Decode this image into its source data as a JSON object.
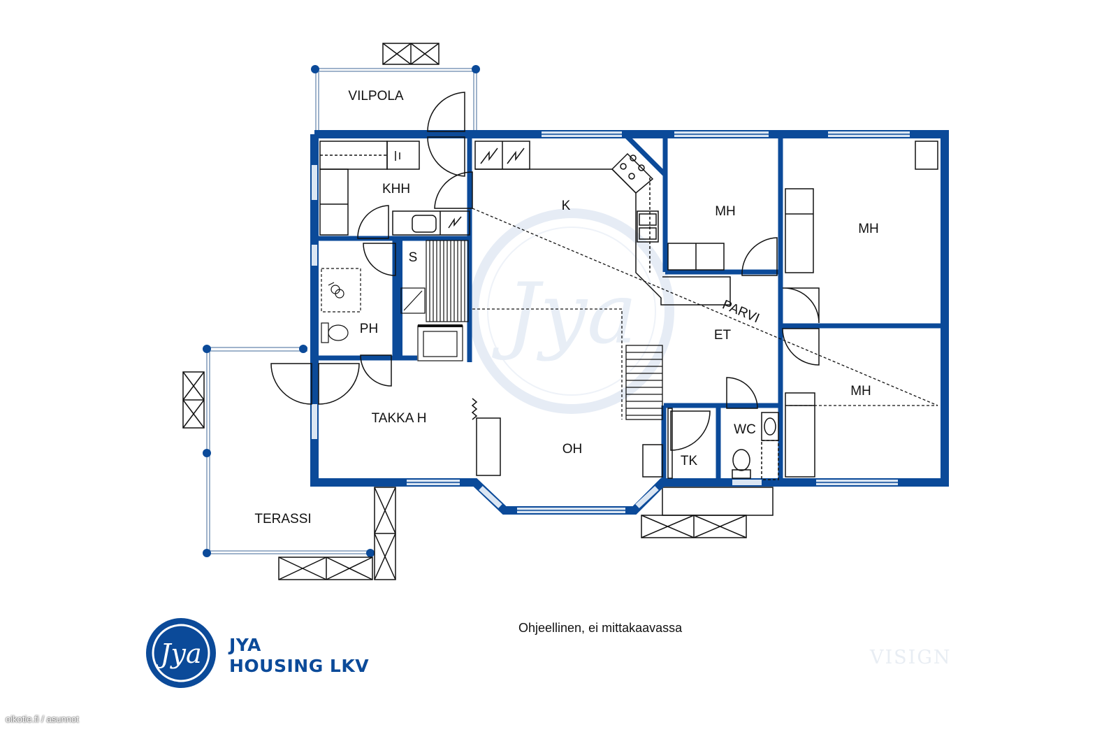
{
  "rooms": {
    "vilpola": "VILPOLA",
    "khh": "KHH",
    "k": "K",
    "mh_top_middle": "MH",
    "mh_top_right": "MH",
    "s": "S",
    "ph": "PH",
    "parvi": "PARVI",
    "et": "ET",
    "mh_bottom_right": "MH",
    "takka_h": "TAKKA H",
    "oh": "OH",
    "wc": "WC",
    "tk": "TK",
    "terassi": "TERASSI"
  },
  "note": "Ohjeellinen, ei mittakaavassa",
  "logo": {
    "monogram": "Jya",
    "line1": "JYA",
    "line2": "HOUSING LKV"
  },
  "watermark": "VISIGN",
  "credit": "oikotie.fi / asunnot",
  "colors": {
    "wall": "#0b4a99",
    "window": "#dbe6f3",
    "line": "#111111",
    "watermark_logo": "#e8eef6"
  }
}
